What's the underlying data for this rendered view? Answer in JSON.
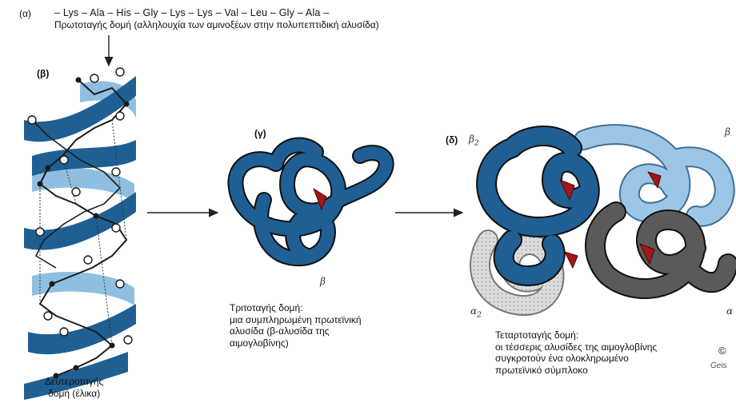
{
  "panel_a": {
    "label": "(α)",
    "sequence": "– Lys – Ala – His – Gly – Lys – Lys – Val – Leu – Gly – Ala –",
    "caption": "Πρωτοταγής δομή (αλληλουχία των αμινοξέων στην πολυπεπτιδική αλυσίδα)"
  },
  "panel_b": {
    "label": "(β)",
    "caption_line1": "Δευτεροταγής",
    "caption_line2": "δομή (έλικα)"
  },
  "panel_c": {
    "label": "(γ)",
    "chain_label": "β",
    "caption_line1": "Τριτοταγής δομή:",
    "caption_line2": "μια συμπληρωμένη πρωτεϊνική",
    "caption_line3": "αλυσίδα (β-αλυσίδα της",
    "caption_line4": "αιμογλοβίνης)"
  },
  "panel_d": {
    "label": "(δ)",
    "chain_beta2": "β",
    "chain_beta2_sub": "2",
    "chain_beta1": "β",
    "chain_alpha2": "α",
    "chain_alpha2_sub": "2",
    "chain_alpha1": "α",
    "caption_line1": "Τεταρτοταγής δομή:",
    "caption_line2": "οι τέσσερις αλυσίδες της αιμογλοβίνης",
    "caption_line3": "συγκροτούν ένα ολοκληρωμένο",
    "caption_line4": "πρωτεϊνικό σύμπλοκο",
    "copyright": "©",
    "signature": "Geis"
  },
  "colors": {
    "dark_blue": "#1f5f93",
    "light_blue": "#8fbfe0",
    "dark_gray": "#4a4a4a",
    "light_gray": "#d6d6d6",
    "heme_red": "#a01818"
  }
}
